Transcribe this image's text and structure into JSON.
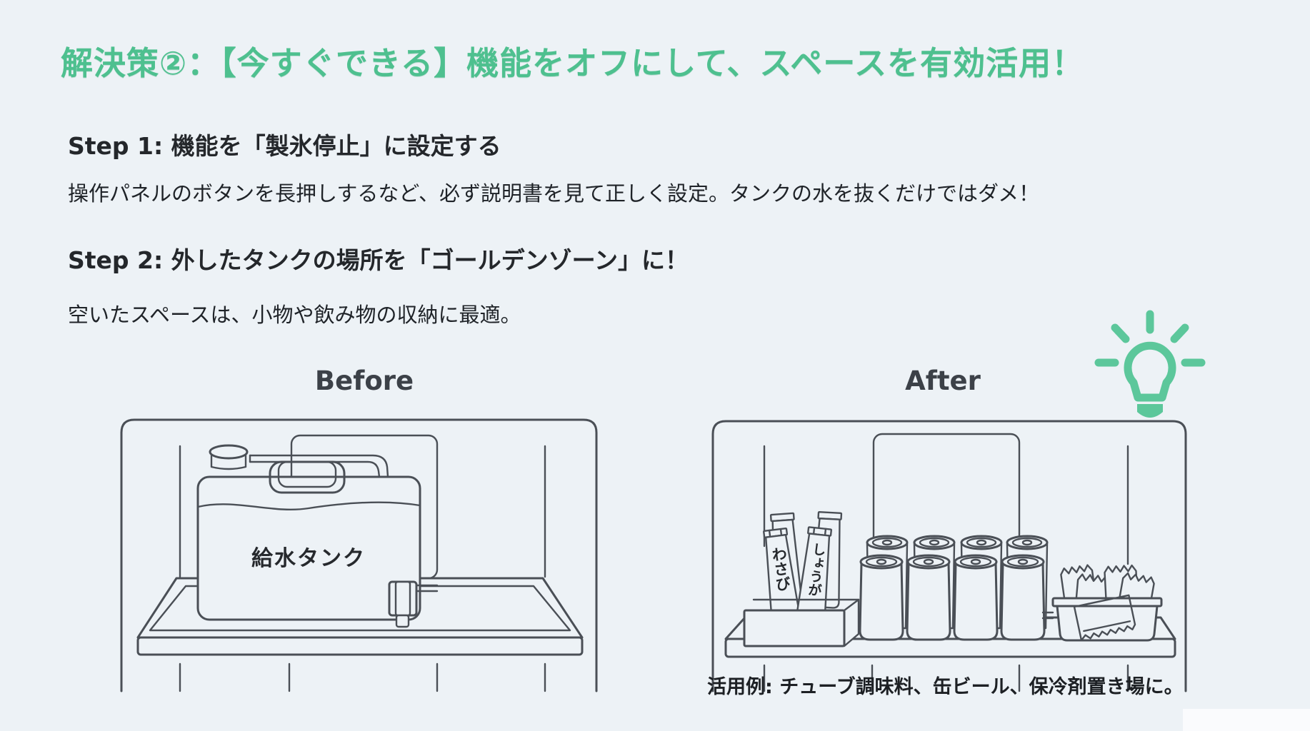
{
  "colors": {
    "background": "#edf2f6",
    "accent_green": "#4ec08f",
    "line_art": "#4a4f56",
    "heading_text": "#24272b",
    "body_text": "#1f2328"
  },
  "title": "解決策②：【今すぐできる】機能をオフにして、スペースを有効活用！",
  "steps": [
    {
      "heading": "Step 1: 機能を「製氷停止」に設定する",
      "body": "操作パネルのボタンを長押しするなど、必ず説明書を見て正しく設定。タンクの水を抜くだけではダメ！"
    },
    {
      "heading": "Step 2: 外したタンクの場所を「ゴールデンゾーン」に！",
      "body": "空いたスペースは、小物や飲み物の収納に最適。"
    }
  ],
  "comparison": {
    "before_label": "Before",
    "after_label": "After",
    "tank_label": "給水タンク",
    "tube_labels": [
      "わさび",
      "しょうが"
    ],
    "caption": "活用例: チューブ調味料、缶ビール、保冷剤置き場に。"
  },
  "icons": {
    "lightbulb": "lightbulb-icon"
  }
}
